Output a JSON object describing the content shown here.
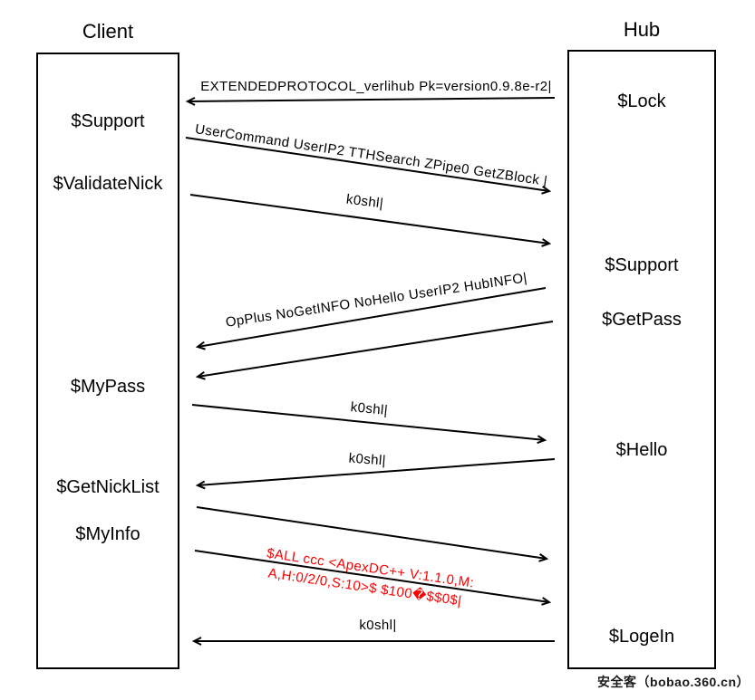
{
  "actors": {
    "client": {
      "title": "Client",
      "steps": [
        "$Support",
        "$ValidateNick",
        "$MyPass",
        "$GetNickList",
        "$MyInfo"
      ]
    },
    "hub": {
      "title": "Hub",
      "steps": [
        "$Lock",
        "$Support",
        "$GetPass",
        "$Hello",
        "$LogeIn"
      ]
    }
  },
  "messages": [
    {
      "from": "hub",
      "to": "client",
      "label": "EXTENDEDPROTOCOL_verlihub Pk=version0.9.8e-r2|"
    },
    {
      "from": "client",
      "to": "hub",
      "label": "UserCommand UserIP2 TTHSearch ZPipe0 GetZBlock |"
    },
    {
      "from": "client",
      "to": "hub",
      "label": "k0shl|"
    },
    {
      "from": "hub",
      "to": "client",
      "label": "OpPlus NoGetINFO NoHello UserIP2 HubINFO|"
    },
    {
      "from": "hub",
      "to": "client",
      "label": ""
    },
    {
      "from": "client",
      "to": "hub",
      "label": "k0shl|"
    },
    {
      "from": "hub",
      "to": "client",
      "label": "k0shl|"
    },
    {
      "from": "client",
      "to": "hub",
      "label": ""
    },
    {
      "from": "client",
      "to": "hub",
      "label_line1": "$ALL ccc <ApexDC++ V:1.1.0,M:",
      "label_line2": "A,H:0/2/0,S:10>$ $100�$$0$|",
      "color": "#ff0000"
    },
    {
      "from": "hub",
      "to": "client",
      "label": "k0shl|"
    }
  ],
  "colors": {
    "line": "#000000",
    "text": "#000000",
    "highlight": "#ff0000",
    "background": "#ffffff"
  },
  "watermark": {
    "text": "安全客（bobao.360.cn）"
  }
}
